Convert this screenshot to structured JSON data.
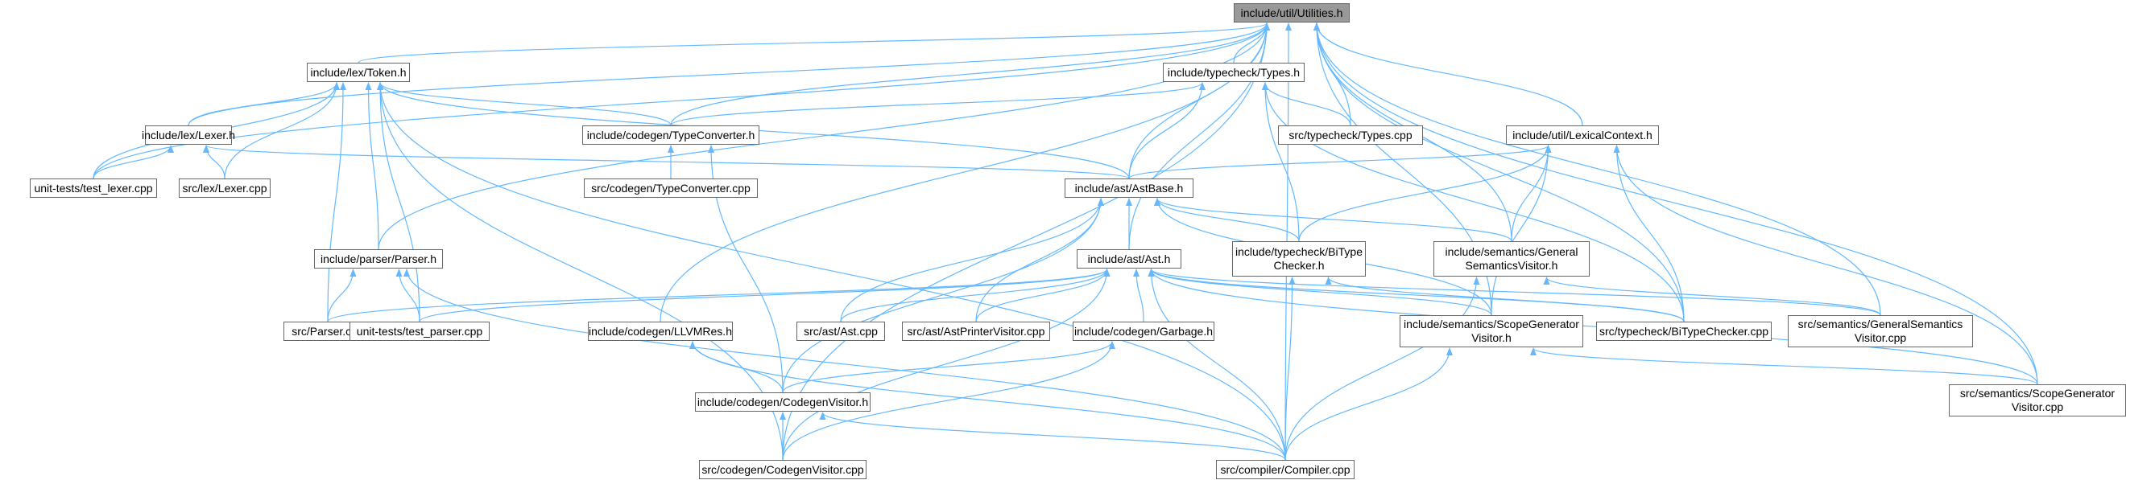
{
  "edge_color": "#63b8ff",
  "node_border_color": "#666666",
  "root_fill_color": "#999999",
  "nodes": [
    {
      "id": "utilities",
      "label": "include/util/Utilities.h",
      "root": true
    },
    {
      "id": "token",
      "label": "include/lex/Token.h"
    },
    {
      "id": "types_h",
      "label": "include/typecheck/Types.h"
    },
    {
      "id": "lexer_h",
      "label": "include/lex/Lexer.h"
    },
    {
      "id": "typeconverter_h",
      "label": "include/codegen/TypeConverter.h"
    },
    {
      "id": "types_cpp",
      "label": "src/typecheck/Types.cpp"
    },
    {
      "id": "lexicalcontext",
      "label": "include/util/LexicalContext.h"
    },
    {
      "id": "test_lexer",
      "label": "unit-tests/test_lexer.cpp"
    },
    {
      "id": "lexer_cpp",
      "label": "src/lex/Lexer.cpp"
    },
    {
      "id": "typeconverter_cpp",
      "label": "src/codegen/TypeConverter.cpp"
    },
    {
      "id": "astbase",
      "label": "include/ast/AstBase.h"
    },
    {
      "id": "parser_h",
      "label": "include/parser/Parser.h"
    },
    {
      "id": "ast_h",
      "label": "include/ast/Ast.h"
    },
    {
      "id": "bitypechecker_h",
      "label": "include/typecheck/BiType\nChecker.h"
    },
    {
      "id": "generalsemantics_h",
      "label": "include/semantics/General\nSemanticsVisitor.h"
    },
    {
      "id": "parser_cpp",
      "label": "src/Parser.cpp"
    },
    {
      "id": "test_parser",
      "label": "unit-tests/test_parser.cpp"
    },
    {
      "id": "llvmres",
      "label": "include/codegen/LLVMRes.h"
    },
    {
      "id": "ast_cpp",
      "label": "src/ast/Ast.cpp"
    },
    {
      "id": "astprinter_cpp",
      "label": "src/ast/AstPrinterVisitor.cpp"
    },
    {
      "id": "garbage",
      "label": "include/codegen/Garbage.h"
    },
    {
      "id": "scopegen_h",
      "label": "include/semantics/ScopeGenerator\nVisitor.h"
    },
    {
      "id": "bitypechecker_cpp",
      "label": "src/typecheck/BiTypeChecker.cpp"
    },
    {
      "id": "generalsemantics_cpp",
      "label": "src/semantics/GeneralSemantics\nVisitor.cpp"
    },
    {
      "id": "codegenvisitor_h",
      "label": "include/codegen/CodegenVisitor.h"
    },
    {
      "id": "scopegen_cpp",
      "label": "src/semantics/ScopeGenerator\nVisitor.cpp"
    },
    {
      "id": "codegenvisitor_cpp",
      "label": "src/codegen/CodegenVisitor.cpp"
    },
    {
      "id": "compiler_cpp",
      "label": "src/compiler/Compiler.cpp"
    }
  ],
  "edges": [
    [
      "token",
      "utilities"
    ],
    [
      "types_h",
      "utilities"
    ],
    [
      "lexer_h",
      "utilities"
    ],
    [
      "typeconverter_h",
      "utilities"
    ],
    [
      "types_cpp",
      "utilities"
    ],
    [
      "lexicalcontext",
      "utilities"
    ],
    [
      "test_lexer",
      "utilities"
    ],
    [
      "astbase",
      "utilities"
    ],
    [
      "parser_h",
      "utilities"
    ],
    [
      "ast_h",
      "utilities"
    ],
    [
      "generalsemantics_h",
      "utilities"
    ],
    [
      "llvmres",
      "utilities"
    ],
    [
      "scopegen_h",
      "utilities"
    ],
    [
      "bitypechecker_cpp",
      "utilities"
    ],
    [
      "generalsemantics_cpp",
      "utilities"
    ],
    [
      "scopegen_cpp",
      "utilities"
    ],
    [
      "codegenvisitor_cpp",
      "utilities"
    ],
    [
      "compiler_cpp",
      "utilities"
    ],
    [
      "lexer_h",
      "token"
    ],
    [
      "test_lexer",
      "token"
    ],
    [
      "lexer_cpp",
      "token"
    ],
    [
      "typeconverter_h",
      "token"
    ],
    [
      "astbase",
      "token"
    ],
    [
      "parser_h",
      "token"
    ],
    [
      "parser_cpp",
      "token"
    ],
    [
      "test_parser",
      "token"
    ],
    [
      "codegenvisitor_cpp",
      "token"
    ],
    [
      "compiler_cpp",
      "token"
    ],
    [
      "typeconverter_h",
      "types_h"
    ],
    [
      "types_cpp",
      "types_h"
    ],
    [
      "astbase",
      "types_h"
    ],
    [
      "bitypechecker_h",
      "types_h"
    ],
    [
      "bitypechecker_cpp",
      "types_h"
    ],
    [
      "test_lexer",
      "lexer_h"
    ],
    [
      "lexer_cpp",
      "lexer_h"
    ],
    [
      "astbase",
      "lexer_h"
    ],
    [
      "typeconverter_cpp",
      "typeconverter_h"
    ],
    [
      "codegenvisitor_h",
      "typeconverter_h"
    ],
    [
      "astbase",
      "lexicalcontext"
    ],
    [
      "bitypechecker_h",
      "lexicalcontext"
    ],
    [
      "generalsemantics_h",
      "lexicalcontext"
    ],
    [
      "scopegen_h",
      "lexicalcontext"
    ],
    [
      "bitypechecker_cpp",
      "lexicalcontext"
    ],
    [
      "scopegen_cpp",
      "lexicalcontext"
    ],
    [
      "ast_h",
      "astbase"
    ],
    [
      "bitypechecker_h",
      "astbase"
    ],
    [
      "generalsemantics_h",
      "astbase"
    ],
    [
      "ast_cpp",
      "astbase"
    ],
    [
      "astprinter_cpp",
      "astbase"
    ],
    [
      "scopegen_h",
      "astbase"
    ],
    [
      "codegenvisitor_h",
      "astbase"
    ],
    [
      "parser_cpp",
      "parser_h"
    ],
    [
      "test_parser",
      "parser_h"
    ],
    [
      "compiler_cpp",
      "parser_h"
    ],
    [
      "parser_cpp",
      "ast_h"
    ],
    [
      "test_parser",
      "ast_h"
    ],
    [
      "ast_cpp",
      "ast_h"
    ],
    [
      "astprinter_cpp",
      "ast_h"
    ],
    [
      "garbage",
      "ast_h"
    ],
    [
      "scopegen_h",
      "ast_h"
    ],
    [
      "bitypechecker_cpp",
      "ast_h"
    ],
    [
      "generalsemantics_cpp",
      "ast_h"
    ],
    [
      "scopegen_cpp",
      "ast_h"
    ],
    [
      "codegenvisitor_cpp",
      "ast_h"
    ],
    [
      "compiler_cpp",
      "ast_h"
    ],
    [
      "bitypechecker_cpp",
      "bitypechecker_h"
    ],
    [
      "compiler_cpp",
      "bitypechecker_h"
    ],
    [
      "generalsemantics_cpp",
      "generalsemantics_h"
    ],
    [
      "compiler_cpp",
      "generalsemantics_h"
    ],
    [
      "codegenvisitor_h",
      "llvmres"
    ],
    [
      "compiler_cpp",
      "llvmres"
    ],
    [
      "codegenvisitor_h",
      "garbage"
    ],
    [
      "codegenvisitor_cpp",
      "garbage"
    ],
    [
      "scopegen_cpp",
      "scopegen_h"
    ],
    [
      "compiler_cpp",
      "scopegen_h"
    ],
    [
      "codegenvisitor_cpp",
      "codegenvisitor_h"
    ],
    [
      "compiler_cpp",
      "codegenvisitor_h"
    ]
  ]
}
